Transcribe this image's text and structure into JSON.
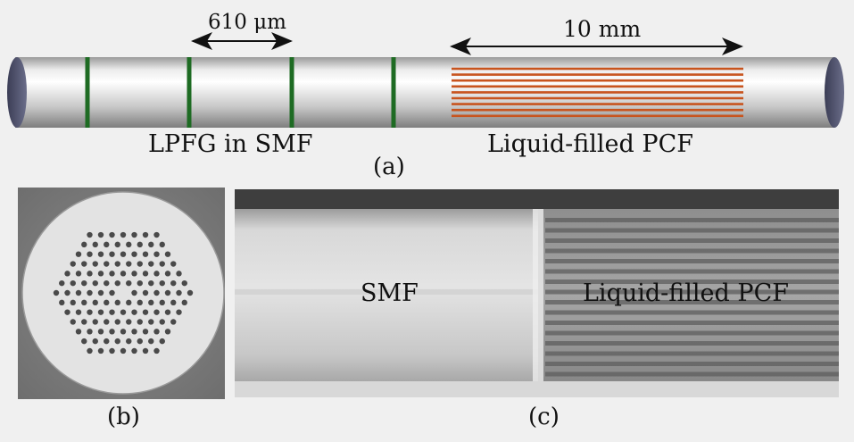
{
  "panel_a": {
    "lpfg_spacing_label": "610 μm",
    "pcf_length_label": "10 mm",
    "lpfg_label": "LPFG in SMF",
    "pcf_label": "Liquid-filled PCF",
    "caption": "(a)"
  },
  "panel_b": {
    "caption": "(b)"
  },
  "panel_c": {
    "smf_label": "SMF",
    "pcf_label": "Liquid-filled PCF",
    "caption": "(c)"
  },
  "colors": {
    "grating": "#1e6b23",
    "pcf_lines": "#c8541e",
    "fiber_end": "#4a4d66"
  }
}
